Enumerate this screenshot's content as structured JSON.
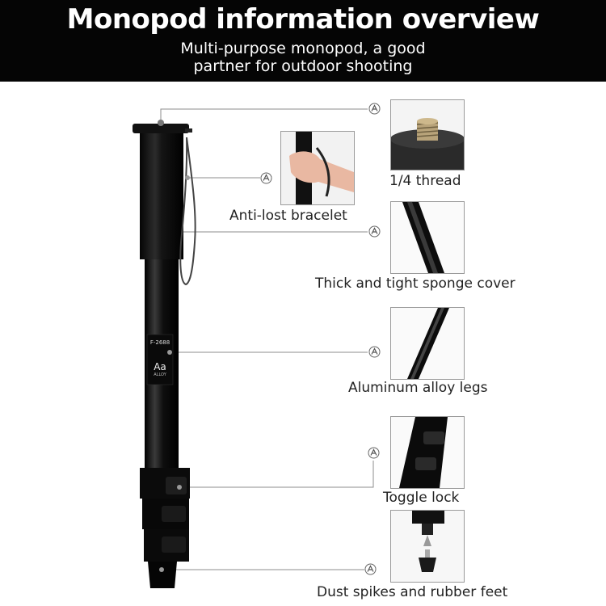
{
  "header": {
    "title": "Monopod information overview",
    "subtitle_line1": "Multi-purpose monopod, a good",
    "subtitle_line2": "partner for outdoor shooting"
  },
  "monopod": {
    "model_text": "F-2688",
    "brand_letters": "Aa",
    "material_text": "ALLOY"
  },
  "features": [
    {
      "label": "1/4 thread",
      "marker": "A"
    },
    {
      "label": "Anti-lost bracelet",
      "marker": "A"
    },
    {
      "label": "Thick and tight sponge cover",
      "marker": "A"
    },
    {
      "label": "Aluminum alloy legs",
      "marker": "A"
    },
    {
      "label": "Toggle lock",
      "marker": "A"
    },
    {
      "label": "Dust spikes and rubber feet",
      "marker": "A"
    }
  ],
  "colors": {
    "header_bg": "#050505",
    "header_text": "#ffffff",
    "pole": "#0c0c0c",
    "leader_line": "#8c8c8c"
  }
}
